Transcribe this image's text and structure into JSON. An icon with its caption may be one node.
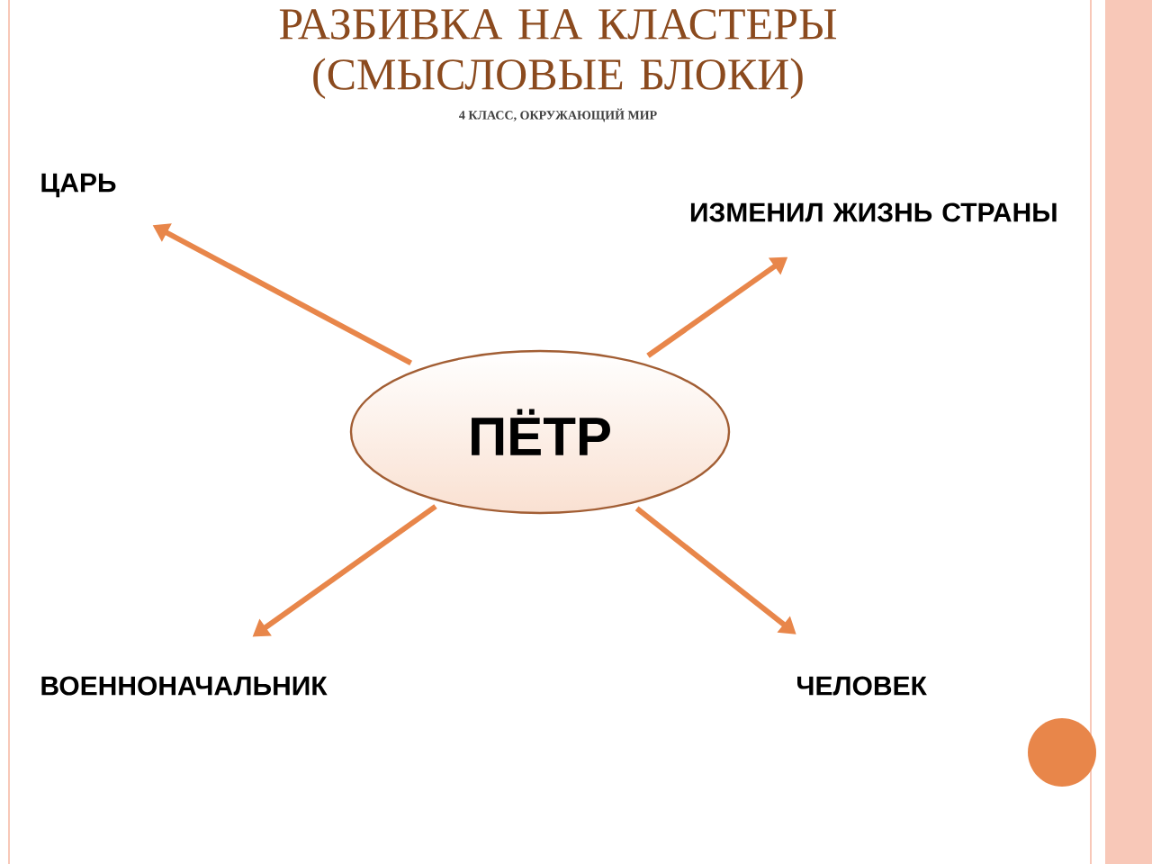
{
  "diagram": {
    "title": "РАЗБИВКА НА КЛАСТЕРЫ (СМЫСЛОВЫЕ БЛОКИ)",
    "nodes": [
      {
        "text": [
          "ПЁТР"
        ]
      },
      {
        "text": [
          "ЦАРЬ"
        ]
      },
      {
        "text": [
          "ИЗМЕНИЛ ЖИЗНЬ СТРАНЫ"
        ]
      },
      {
        "text": [
          "ВОЕННОНАЧАЛЬНИК"
        ]
      },
      {
        "text": [
          "ЧЕЛОВЕК"
        ]
      }
    ],
    "edges": [
      {
        "from": 0,
        "to": 1,
        "arrow": "to"
      },
      {
        "from": 0,
        "to": 2,
        "arrow": "to"
      },
      {
        "from": 0,
        "to": 3,
        "arrow": "to"
      },
      {
        "from": 0,
        "to": 4,
        "arrow": "to"
      }
    ],
    "labels": [
      "4 КЛАСС,   ОКРУЖАЮЩИЙ МИР"
    ]
  }
}
